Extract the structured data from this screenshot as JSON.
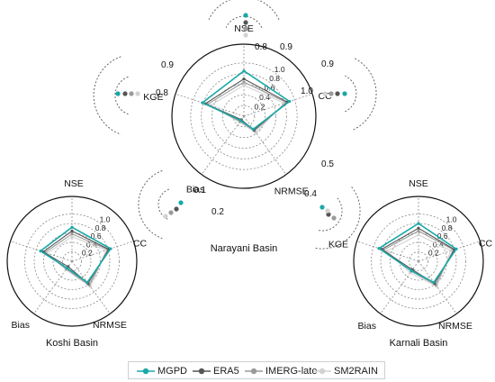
{
  "chart_data": [
    {
      "type": "radar",
      "title": "Narayani Basin",
      "axes": [
        "NSE",
        "CC",
        "NRMSE",
        "Bias",
        "KGE"
      ],
      "rticks": [
        "0.2",
        "0.4",
        "0.6",
        "0.8",
        "1.0"
      ],
      "rlim": [
        0,
        1.2
      ],
      "series": [
        {
          "name": "MGPD",
          "values": [
            0.85,
            0.9,
            0.3,
            0.1,
            0.82
          ]
        },
        {
          "name": "ERA5",
          "values": [
            0.7,
            0.86,
            0.32,
            0.08,
            0.76
          ]
        },
        {
          "name": "IMERG-late",
          "values": [
            0.64,
            0.84,
            0.34,
            0.12,
            0.72
          ]
        },
        {
          "name": "SM2RAIN",
          "values": [
            0.58,
            0.8,
            0.38,
            0.14,
            0.66
          ]
        }
      ],
      "zoom_insets": [
        {
          "axis": "NSE",
          "labels": [
            "0.8",
            "0.9"
          ]
        },
        {
          "axis": "CC",
          "labels": [
            "1.0",
            "0.9"
          ]
        },
        {
          "axis": "NRMSE",
          "labels": [
            "0.4",
            "0.5"
          ]
        },
        {
          "axis": "Bias",
          "labels": [
            "0.1",
            "0.2"
          ]
        },
        {
          "axis": "KGE",
          "labels": [
            "0.8",
            "0.9"
          ]
        }
      ]
    },
    {
      "type": "radar",
      "title": "Koshi Basin",
      "axes": [
        "NSE",
        "CC",
        "NRMSE",
        "Bias",
        "KGE"
      ],
      "rticks": [
        "0.2",
        "0.4",
        "0.6",
        "0.8",
        "1.0"
      ],
      "rlim": [
        0,
        1.2
      ],
      "series": [
        {
          "name": "MGPD",
          "values": [
            0.72,
            0.86,
            0.55,
            0.18,
            0.7
          ]
        },
        {
          "name": "ERA5",
          "values": [
            0.64,
            0.82,
            0.58,
            0.14,
            0.64
          ]
        },
        {
          "name": "IMERG-late",
          "values": [
            0.58,
            0.8,
            0.62,
            0.2,
            0.6
          ]
        },
        {
          "name": "SM2RAIN",
          "values": [
            0.52,
            0.76,
            0.66,
            0.22,
            0.55
          ]
        }
      ]
    },
    {
      "type": "radar",
      "title": "Karnali Basin",
      "axes": [
        "NSE",
        "CC",
        "NRMSE",
        "Bias",
        "KGE"
      ],
      "rticks": [
        "0.2",
        "0.4",
        "0.6",
        "0.8",
        "1.0"
      ],
      "rlim": [
        0,
        1.2
      ],
      "series": [
        {
          "name": "MGPD",
          "values": [
            0.8,
            0.84,
            0.55,
            0.25,
            0.88
          ]
        },
        {
          "name": "ERA5",
          "values": [
            0.7,
            0.8,
            0.58,
            0.22,
            0.82
          ]
        },
        {
          "name": "IMERG-late",
          "values": [
            0.64,
            0.78,
            0.62,
            0.26,
            0.78
          ]
        },
        {
          "name": "SM2RAIN",
          "values": [
            0.56,
            0.72,
            0.66,
            0.3,
            0.7
          ]
        }
      ]
    }
  ],
  "legend": [
    {
      "name": "MGPD",
      "color": "#1aa8a8"
    },
    {
      "name": "ERA5",
      "color": "#555555"
    },
    {
      "name": "IMERG-late",
      "color": "#9a9a9a"
    },
    {
      "name": "SM2RAIN",
      "color": "#d2d2d2"
    }
  ]
}
